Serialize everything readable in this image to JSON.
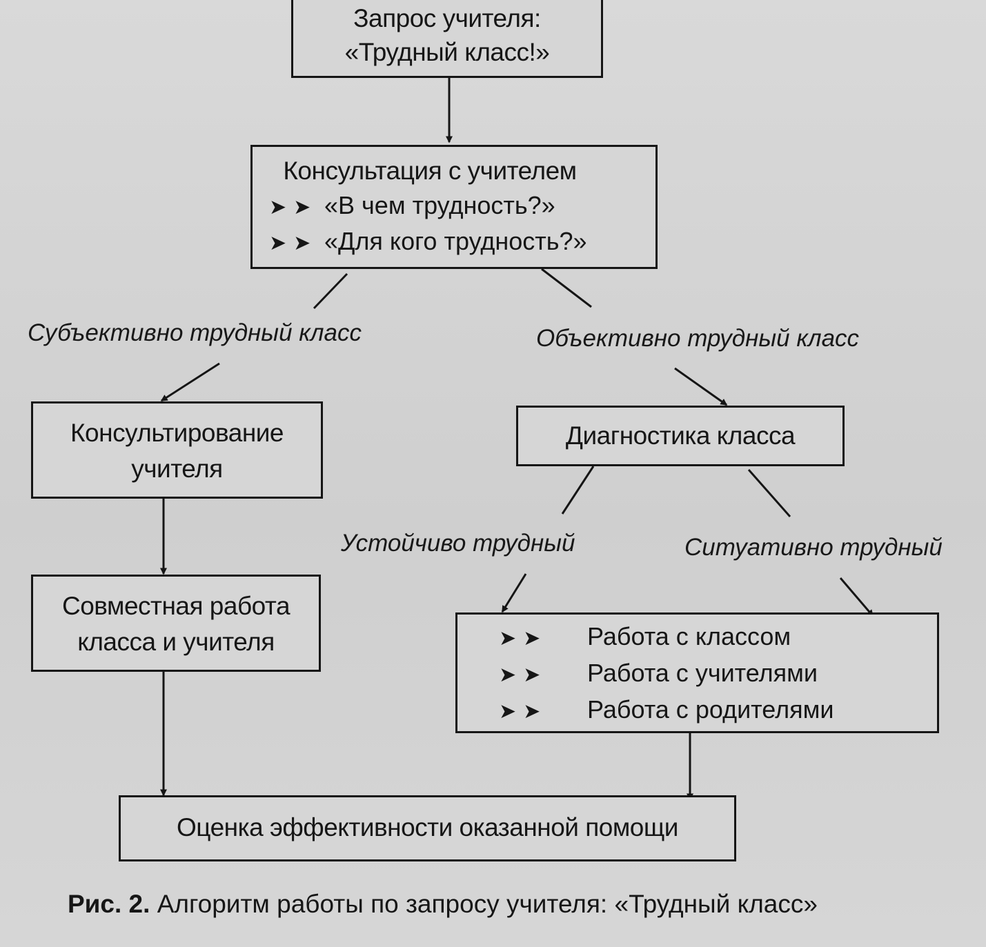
{
  "boxes": {
    "request": {
      "line1": "Запрос учителя:",
      "line2": "«Трудный класс!»"
    },
    "consultation": {
      "title": "Консультация с учителем",
      "items": [
        "«В чем трудность?»",
        "«Для кого трудность?»"
      ]
    },
    "advising": {
      "line1": "Консультирование",
      "line2": "учителя"
    },
    "diagnostics": {
      "title": "Диагностика класса"
    },
    "joint_work": {
      "line1": "Совместная работа",
      "line2": "класса и учителя"
    },
    "work": {
      "items": [
        "Работа с классом",
        "Работа с учителями",
        "Работа с родителями"
      ]
    },
    "evaluation": {
      "title": "Оценка эффективности оказанной помощи"
    }
  },
  "labels": {
    "subjective": "Субъективно трудный класс",
    "objective": "Объективно трудный класс",
    "stable": "Устойчиво трудный",
    "situational": "Ситуативно трудный"
  },
  "caption": {
    "figure": "Рис. 2.",
    "text": "Алгоритм работы по запросу учителя: «Трудный класс»"
  },
  "icons": {
    "bullet": "double-chevron-right-icon"
  }
}
